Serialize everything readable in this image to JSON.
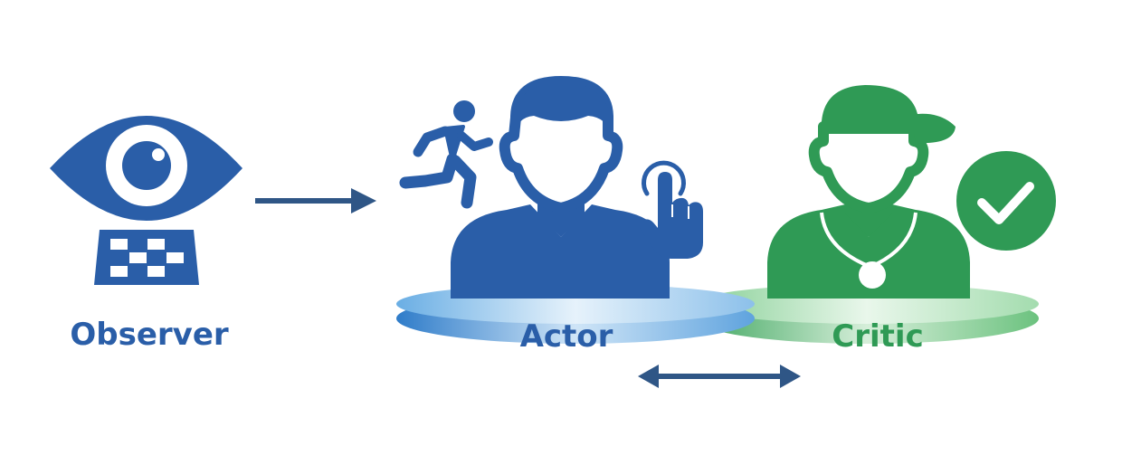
{
  "labels": {
    "observer": "Observer",
    "actor": "Actor",
    "critic": "Critic"
  },
  "colors": {
    "blue": "#2a5ea8",
    "green": "#2f9a55",
    "arrow": "#2f5686"
  },
  "icons": {
    "observer": "eye-with-checkered-grid-icon",
    "actor_action": "running-person-icon",
    "actor_touch": "tap-hand-icon",
    "critic_approval": "check-circle-icon"
  }
}
